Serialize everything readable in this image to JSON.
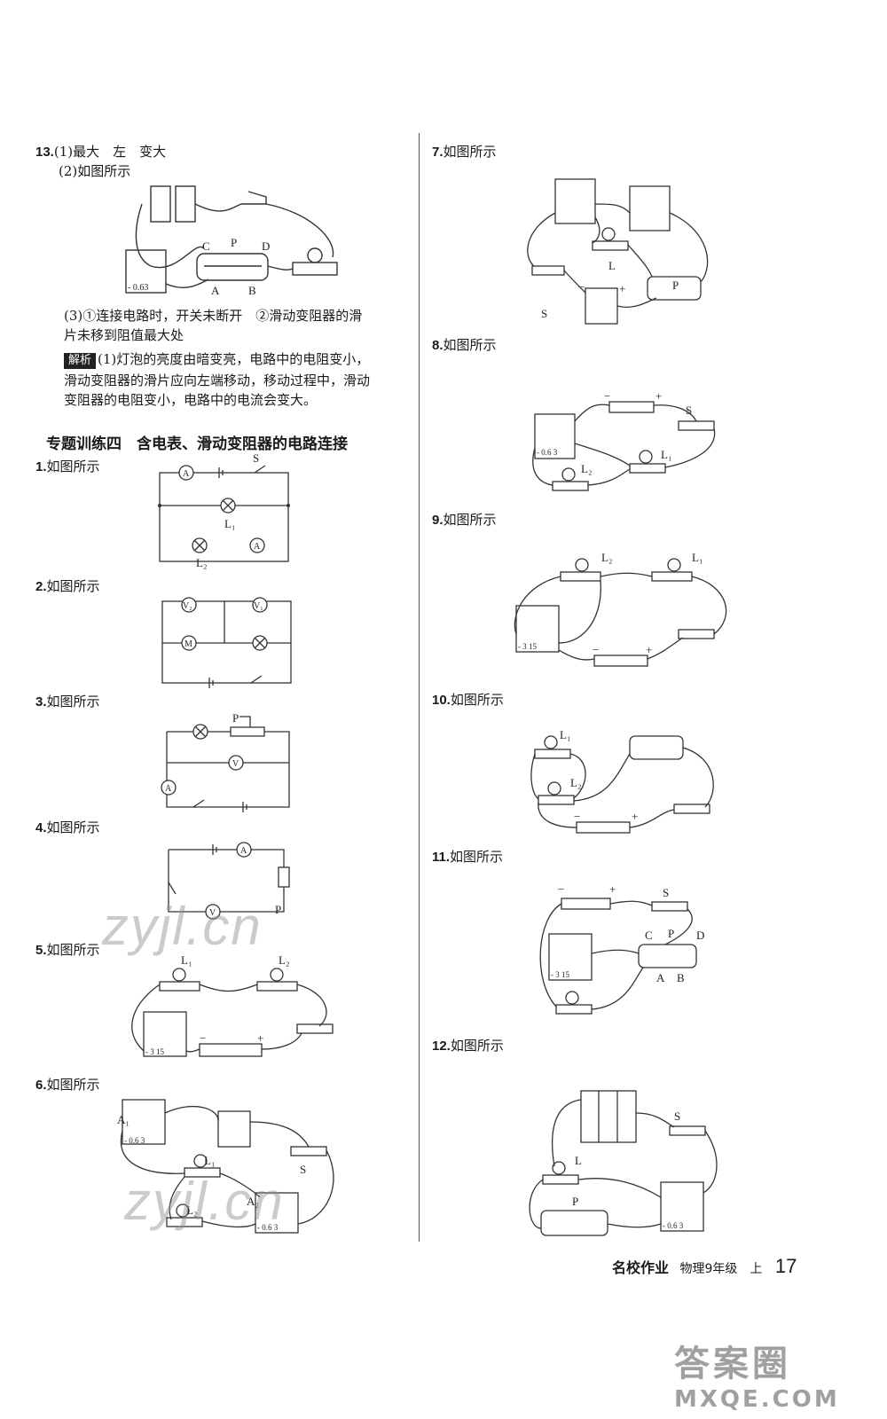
{
  "q13": {
    "num": "13.",
    "line1": "(1)最大　左　变大",
    "line2": "(2)如图所示",
    "line3": "(3)①连接电路时，开关未断开　②滑动变阻器的滑",
    "line4": "片未移到阻值最大处",
    "tag": "解析",
    "exp1": "(1)灯泡的亮度由暗变亮，电路中的电阻变小，",
    "exp2": "滑动变阻器的滑片应向左端移动，移动过程中，滑动",
    "exp3": "变阻器的电阻变小，电路中的电流会变大。",
    "labels": {
      "c": "C",
      "p": "P",
      "d": "D",
      "a": "A",
      "b": "B",
      "scale": "- 0.63"
    }
  },
  "section_title": "专题训练四　含电表、滑动变阻器的电路连接",
  "answer_text": "如图所示",
  "items": [
    {
      "num": "1."
    },
    {
      "num": "2."
    },
    {
      "num": "3."
    },
    {
      "num": "4."
    },
    {
      "num": "5."
    },
    {
      "num": "6."
    },
    {
      "num": "7."
    },
    {
      "num": "8."
    },
    {
      "num": "9."
    },
    {
      "num": "10."
    },
    {
      "num": "11."
    },
    {
      "num": "12."
    }
  ],
  "fig_labels": {
    "s": "S",
    "l": "L",
    "l1": "L₁",
    "l2": "L₂",
    "p": "P",
    "a": "A",
    "a1": "A₁",
    "a2": "A₂",
    "v": "V",
    "v1": "V₁",
    "v2": "V₂",
    "m": "M",
    "c": "C",
    "d": "D",
    "b": "B",
    "minus": "−",
    "plus": "+",
    "scale_v": "- 3 15",
    "scale_a": "- 0.6 3"
  },
  "footer": {
    "brand": "名校作业",
    "subject": "物理9年级　上",
    "page": "17"
  },
  "watermarks": [
    "zyjl.cn",
    "zyjl.cn"
  ],
  "corner": {
    "big": "答案圈",
    "url": "MXQE.COM"
  }
}
